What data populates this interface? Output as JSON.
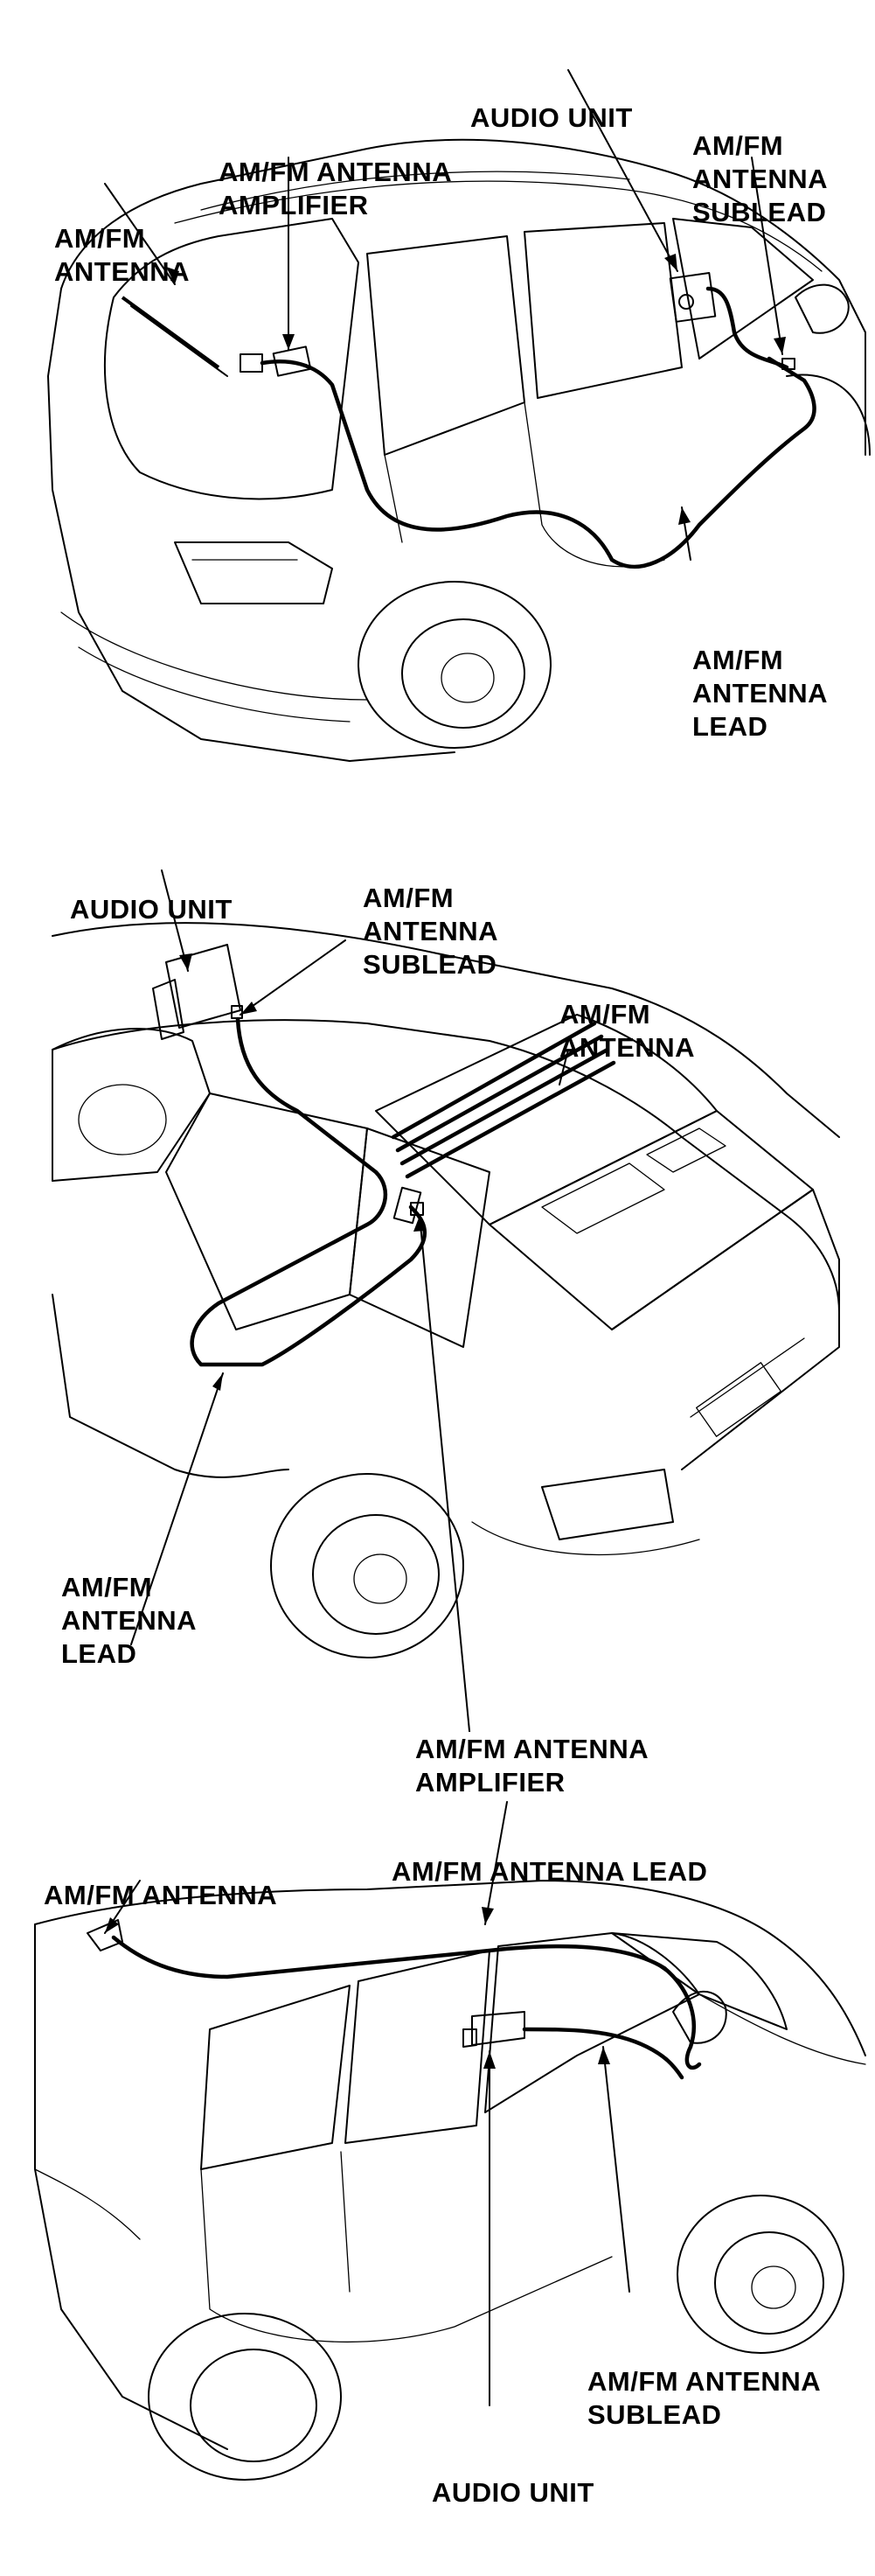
{
  "panels": [
    {
      "labels": {
        "antenna": [
          "AM/FM",
          "ANTENNA"
        ],
        "amplifier": [
          "AM/FM ANTENNA",
          "AMPLIFIER"
        ],
        "audio_unit": [
          "AUDIO UNIT"
        ],
        "sublead": [
          "AM/FM",
          "ANTENNA",
          "SUBLEAD"
        ],
        "lead": [
          "AM/FM",
          "ANTENNA",
          "LEAD"
        ]
      }
    },
    {
      "labels": {
        "audio_unit": [
          "AUDIO UNIT"
        ],
        "sublead": [
          "AM/FM",
          "ANTENNA",
          "SUBLEAD"
        ],
        "antenna": [
          "AM/FM",
          "ANTENNA"
        ],
        "lead": [
          "AM/FM",
          "ANTENNA",
          "LEAD"
        ],
        "amplifier": [
          "AM/FM ANTENNA",
          "AMPLIFIER"
        ]
      }
    },
    {
      "labels": {
        "antenna": [
          "AM/FM ANTENNA"
        ],
        "lead": [
          "AM/FM ANTENNA LEAD"
        ],
        "sublead": [
          "AM/FM ANTENNA",
          "SUBLEAD"
        ],
        "audio_unit": [
          "AUDIO UNIT"
        ]
      }
    }
  ]
}
